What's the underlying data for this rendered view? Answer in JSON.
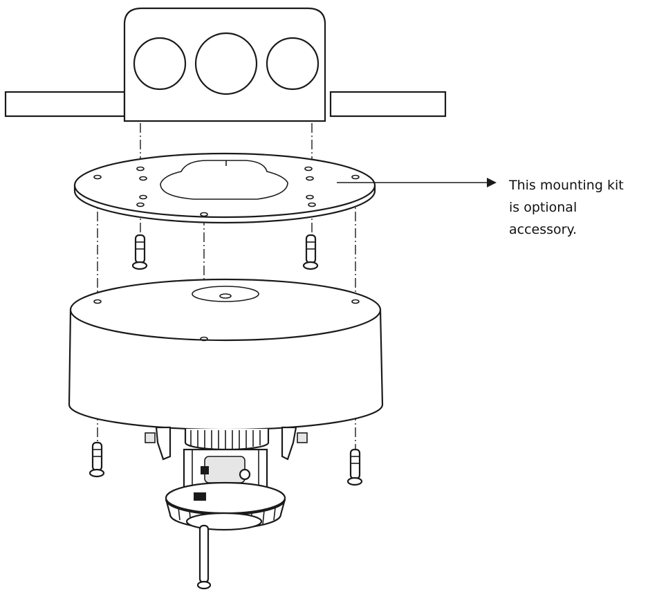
{
  "callout": {
    "lines": [
      "This mounting kit",
      "is optional",
      "accessory."
    ]
  },
  "colors": {
    "line": "#1a1a1a",
    "background": "#ffffff"
  }
}
